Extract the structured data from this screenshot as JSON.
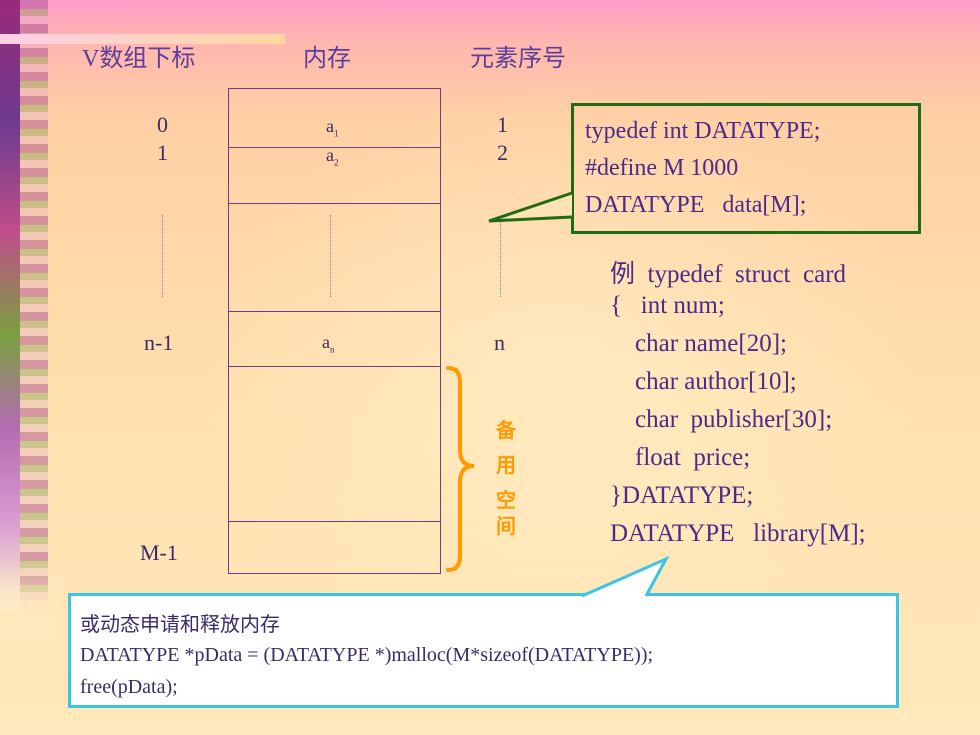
{
  "headers": {
    "index": "V数组下标",
    "memory": "内存",
    "element_no": "元素序号"
  },
  "indices": [
    "0",
    "1",
    "n-1",
    "M-1"
  ],
  "cells": [
    {
      "base": "a",
      "sub": "1"
    },
    {
      "base": "a",
      "sub": "2"
    },
    {
      "base": "a",
      "sub": "n"
    }
  ],
  "element_numbers": [
    "1",
    "2",
    "n"
  ],
  "spare_label": [
    "备",
    "用",
    "空",
    "间"
  ],
  "callout_typedef": [
    "typedef int DATATYPE;",
    "#define M 1000",
    "DATATYPE   data[M];"
  ],
  "struct_example": [
    "例  typedef  struct  card",
    "{   int num;",
    "    char name[20];",
    "    char author[10];",
    "    char  publisher[30];",
    "    float  price;",
    "}DATATYPE;",
    "DATATYPE   library[M];"
  ],
  "dynamic_callout": [
    "或动态申请和释放内存",
    "DATATYPE *pData = (DATATYPE *)malloc(M*sizeof(DATATYPE));",
    "free(pData);"
  ],
  "colors": {
    "callout1_border": "#1f6b12",
    "callout2_border": "#39c5e6",
    "brace": "#ff9a00",
    "text": "#3a2a6a"
  }
}
